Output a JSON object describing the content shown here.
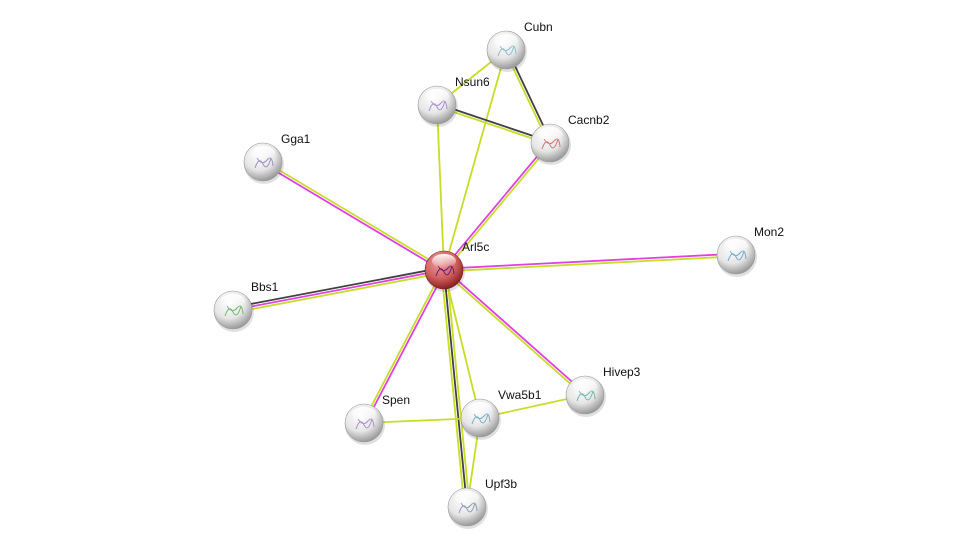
{
  "network": {
    "query_node": "Arl5c",
    "nodes": [
      {
        "id": "Arl5c",
        "query": true,
        "color": "#c03030"
      },
      {
        "id": "Cubn",
        "color": "#7fb8c8"
      },
      {
        "id": "Nsun6",
        "color": "#a080c8"
      },
      {
        "id": "Cacnb2",
        "color": "#d06060"
      },
      {
        "id": "Gga1",
        "color": "#9080c0"
      },
      {
        "id": "Mon2",
        "color": "#60a0d0"
      },
      {
        "id": "Bbs1",
        "color": "#60b060"
      },
      {
        "id": "Hivep3",
        "color": "#60b0a0"
      },
      {
        "id": "Vwa5b1",
        "color": "#60a8c0"
      },
      {
        "id": "Spen",
        "color": "#a080c8"
      },
      {
        "id": "Upf3b",
        "color": "#8090b0"
      }
    ],
    "edge_colors": {
      "textmining": "#c8dc28",
      "experiments": "#e040e0",
      "coexpression": "#404040"
    },
    "edges": [
      {
        "source": "Arl5c",
        "target": "Cubn",
        "types": [
          "textmining"
        ]
      },
      {
        "source": "Arl5c",
        "target": "Nsun6",
        "types": [
          "textmining"
        ]
      },
      {
        "source": "Arl5c",
        "target": "Cacnb2",
        "types": [
          "experiments",
          "textmining"
        ]
      },
      {
        "source": "Arl5c",
        "target": "Gga1",
        "types": [
          "experiments",
          "textmining"
        ]
      },
      {
        "source": "Arl5c",
        "target": "Mon2",
        "types": [
          "experiments",
          "textmining"
        ]
      },
      {
        "source": "Arl5c",
        "target": "Bbs1",
        "types": [
          "textmining",
          "experiments",
          "coexpression"
        ]
      },
      {
        "source": "Arl5c",
        "target": "Hivep3",
        "types": [
          "experiments",
          "textmining"
        ]
      },
      {
        "source": "Arl5c",
        "target": "Vwa5b1",
        "types": [
          "textmining"
        ]
      },
      {
        "source": "Arl5c",
        "target": "Spen",
        "types": [
          "experiments",
          "textmining"
        ]
      },
      {
        "source": "Arl5c",
        "target": "Upf3b",
        "types": [
          "textmining",
          "coexpression",
          "textmining"
        ]
      },
      {
        "source": "Cubn",
        "target": "Nsun6",
        "types": [
          "textmining"
        ]
      },
      {
        "source": "Cubn",
        "target": "Cacnb2",
        "types": [
          "coexpression",
          "textmining"
        ]
      },
      {
        "source": "Nsun6",
        "target": "Cacnb2",
        "types": [
          "coexpression",
          "textmining"
        ]
      },
      {
        "source": "Vwa5b1",
        "target": "Spen",
        "types": [
          "textmining"
        ]
      },
      {
        "source": "Vwa5b1",
        "target": "Hivep3",
        "types": [
          "textmining"
        ]
      },
      {
        "source": "Vwa5b1",
        "target": "Upf3b",
        "types": [
          "textmining"
        ]
      }
    ]
  }
}
